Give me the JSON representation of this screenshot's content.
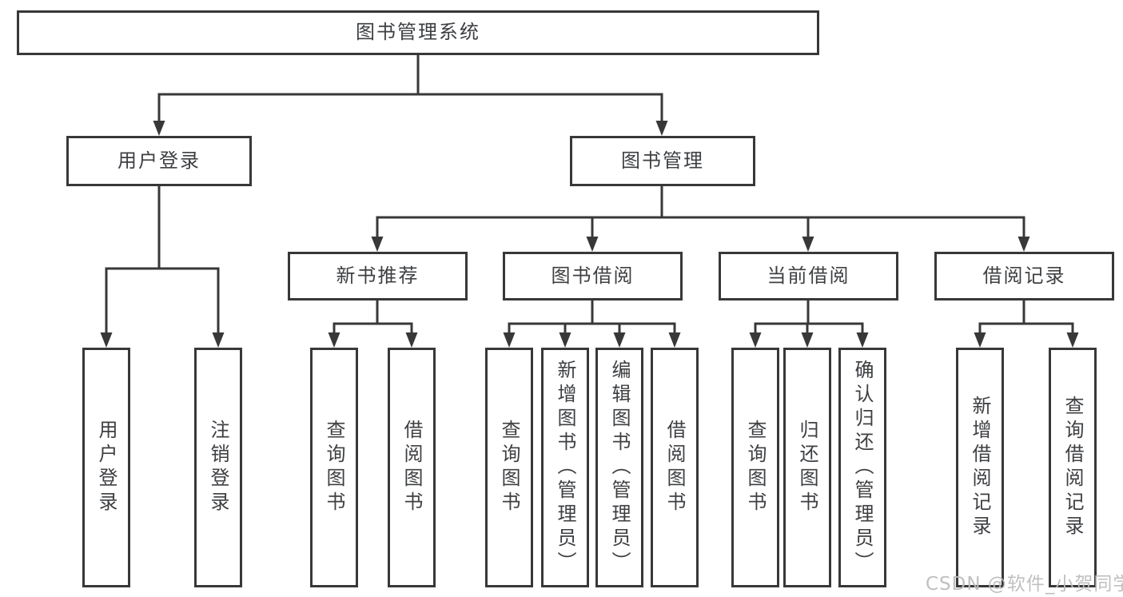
{
  "colors": {
    "line": "#383838",
    "box_border": "#383838",
    "box_background": "#ffffff",
    "text": "#3d3f42",
    "watermark": "#bdbdbd"
  },
  "tree": {
    "root": "图书管理系统",
    "login": {
      "label": "用户登录",
      "children": [
        "用户登录",
        "注销登录"
      ]
    },
    "management": {
      "label": "图书管理",
      "groups": [
        {
          "label": "新书推荐",
          "children": [
            "查询图书",
            "借阅图书"
          ]
        },
        {
          "label": "图书借阅",
          "children": [
            "查询图书",
            "新增图书（管理员）",
            "编辑图书（管理员）",
            "借阅图书"
          ]
        },
        {
          "label": "当前借阅",
          "children": [
            "查询图书",
            "归还图书",
            "确认归还（管理员）"
          ]
        },
        {
          "label": "借阅记录",
          "children": [
            "新增借阅记录",
            "查询借阅记录"
          ]
        }
      ]
    }
  },
  "watermark": {
    "text": "CSDN @软件_小贺同学"
  }
}
